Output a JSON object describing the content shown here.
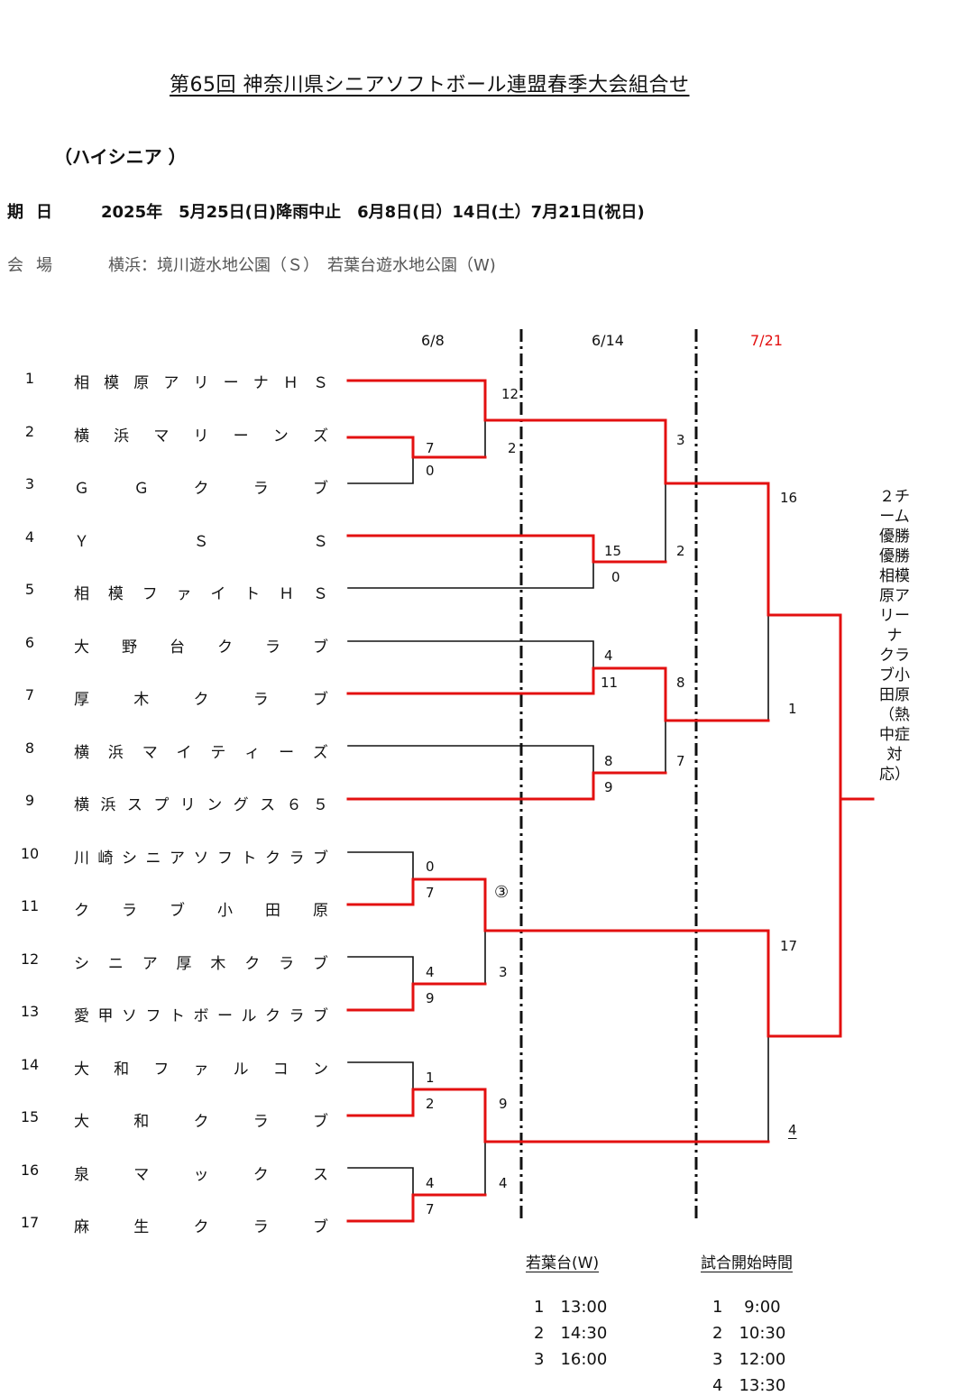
{
  "title": "第65回 神奈川県シニアソフトボール連盟春季大会組合せ",
  "category": "（ハイシニア ）",
  "dates": {
    "label": "期日",
    "value": "2025年　5月25日(日)降雨中止　6月8日(日）14日(土）7月21日(祝日)"
  },
  "venue": {
    "label": "会場",
    "value": "横浜：境川遊水地公園（Ｓ）　若葉台遊水地公園（W)"
  },
  "rounds": [
    "6/8",
    "6/14",
    "7/21"
  ],
  "colors": {
    "winner_line": "#e31010",
    "loser_line": "#000000",
    "final_date": "#e31010"
  },
  "teams": [
    {
      "seed": "1",
      "name": "相模原アリーナＨＳ"
    },
    {
      "seed": "2",
      "name": "横浜マリーンズ"
    },
    {
      "seed": "3",
      "name": "ＧＧクラブ"
    },
    {
      "seed": "4",
      "name": "ＹＳＳ"
    },
    {
      "seed": "5",
      "name": "相模ファイトＨＳ"
    },
    {
      "seed": "6",
      "name": "大野台クラブ"
    },
    {
      "seed": "7",
      "name": "厚木クラブ"
    },
    {
      "seed": "8",
      "name": "横浜マイティーズ"
    },
    {
      "seed": "9",
      "name": "横浜スプリングス６５"
    },
    {
      "seed": "10",
      "name": "川崎シニアソフトクラブ"
    },
    {
      "seed": "11",
      "name": "クラブ小田原"
    },
    {
      "seed": "12",
      "name": "シニア厚木クラブ"
    },
    {
      "seed": "13",
      "name": "愛甲ソフトボールクラブ"
    },
    {
      "seed": "14",
      "name": "大和ファルコン"
    },
    {
      "seed": "15",
      "name": "大和クラブ"
    },
    {
      "seed": "16",
      "name": "泉マックス"
    },
    {
      "seed": "17",
      "name": "麻生クラブ"
    }
  ],
  "scores": {
    "m1_top": "12",
    "m1_bot": "2",
    "m2_top": "7",
    "m2_bot": "0",
    "m3_top": "15",
    "m3_bot": "0",
    "m4_top": "4",
    "m4_bot": "11",
    "m5_top": "8",
    "m5_bot": "9",
    "m6_top": "3",
    "m6_bot": "2",
    "m7_top": "8",
    "m7_bot": "7",
    "m8_top": "16",
    "m8_bot": "1",
    "m9_top": "0",
    "m9_bot": "7",
    "m10_top": "4",
    "m10_bot": "9",
    "m11_top": "1",
    "m11_bot": "2",
    "m12_top": "4",
    "m12_bot": "7",
    "m13_top": "③",
    "m13_bot": "3",
    "m14_top": "9",
    "m14_bot": "4",
    "m15_top": "17",
    "m15_bot": "4"
  },
  "champions": "２チーム優勝優勝　相模原アリーナ　クラブ小田原（熱中症対応）",
  "schedule": {
    "venue_heading": "若葉台(W)",
    "venue_times": [
      "1　13:00",
      "2　14:30",
      "3　16:00"
    ],
    "start_heading": "試合開始時間",
    "start_times": [
      "1　 9:00",
      "2　10:30",
      "3　12:00",
      "4　13:30"
    ]
  }
}
